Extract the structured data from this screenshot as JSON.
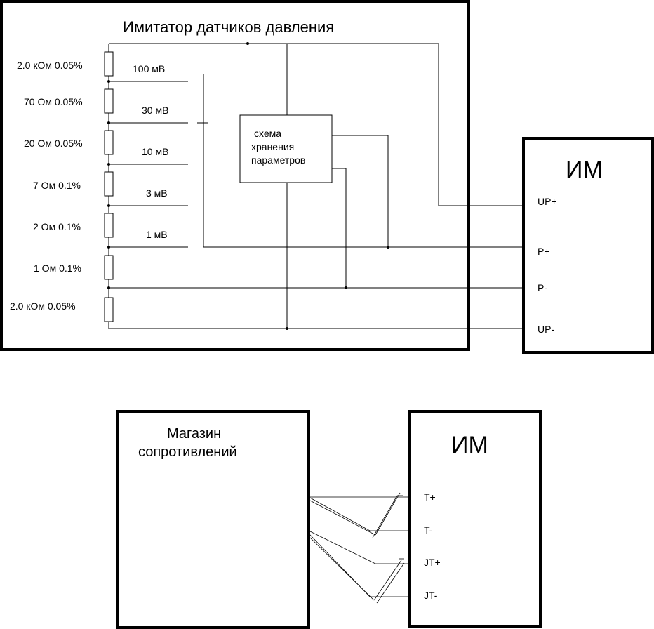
{
  "simulator": {
    "title": "Имитатор датчиков давления",
    "resistors": [
      "2.0 кОм 0.05%",
      "70 Ом 0.05%",
      "20 Ом 0.05%",
      "7 Ом 0.1%",
      "2 Ом 0.1%",
      "1 Ом 0.1%",
      "2.0 кОм 0.05%"
    ],
    "taps": [
      "100 мВ",
      "30 мВ",
      "10 мВ",
      "3 мВ",
      "1 мВ"
    ],
    "storage_block": [
      "схема",
      "хранения",
      "параметров"
    ]
  },
  "im_top": {
    "title": "ИМ",
    "terminals": [
      "UP+",
      "P+",
      "P-",
      "UP-"
    ]
  },
  "resistance_box": {
    "title_lines": [
      "Магазин",
      "сопротивлений"
    ]
  },
  "im_bottom": {
    "title": "ИМ",
    "terminals": [
      "T+",
      "T-",
      "JT+",
      "JT-"
    ]
  }
}
